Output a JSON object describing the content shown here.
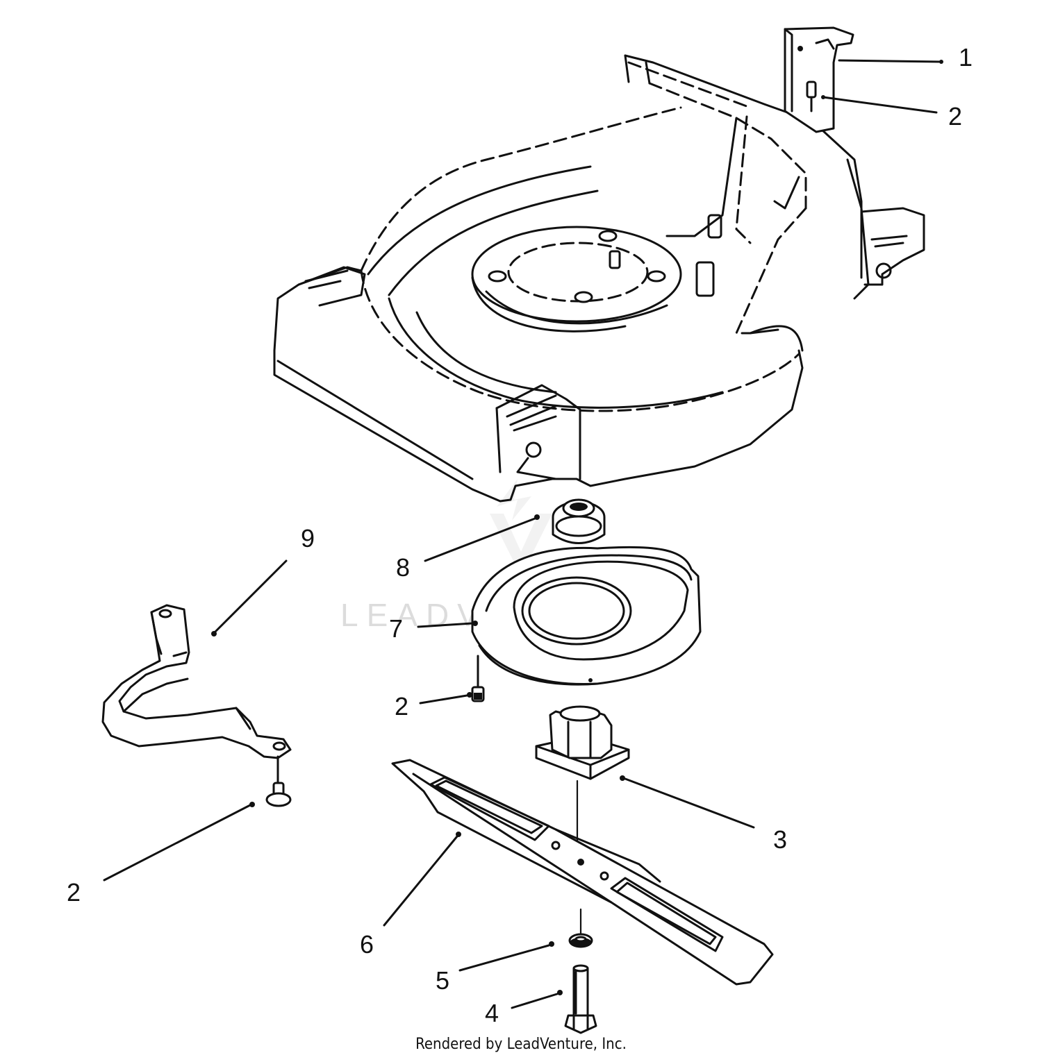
{
  "watermark": "LEADVENTURE",
  "credit": "Rendered by LeadVenture, Inc.",
  "callouts": {
    "c1": "1",
    "c2a": "2",
    "c2b": "2",
    "c2c": "2",
    "c3": "3",
    "c4": "4",
    "c5": "5",
    "c6": "6",
    "c7": "7",
    "c8": "8",
    "c9": "9"
  }
}
